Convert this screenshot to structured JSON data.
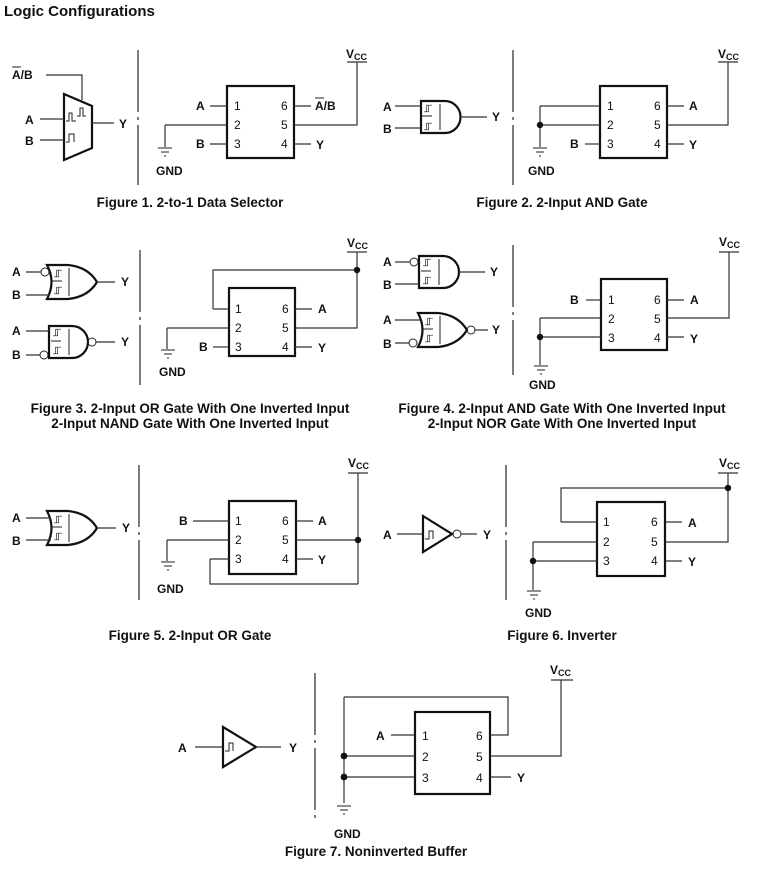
{
  "page_title": "Logic Configurations",
  "labels": {
    "vcc_main": "V",
    "vcc_sub": "CC",
    "gnd": "GND",
    "a": "A",
    "b": "B",
    "y": "Y",
    "a_bar_over_b_a": "A",
    "a_bar_over_b_rest": "/B"
  },
  "chip_pins": {
    "left": [
      "1",
      "2",
      "3"
    ],
    "right": [
      "6",
      "5",
      "4"
    ]
  },
  "figures": [
    {
      "id": 1,
      "caption": "Figure 1. 2-to-1 Data Selector",
      "gate": "mux",
      "pin_connections": {
        "1": "A",
        "2": "GND",
        "3": "B",
        "4": "Y",
        "5": "VCC",
        "6": "A̅/B"
      }
    },
    {
      "id": 2,
      "caption": "Figure 2. 2-Input AND Gate",
      "gate": "and",
      "pin_connections": {
        "1": "GND",
        "2": "GND",
        "3": "B",
        "4": "Y",
        "5": "VCC",
        "6": "A"
      }
    },
    {
      "id": 3,
      "caption_line1": "Figure 3. 2-Input OR Gate With One Inverted Input",
      "caption_line2": "2-Input NAND Gate With One Inverted Input",
      "gate": "or-inv / nand-inv",
      "pin_connections": {
        "1": "VCC",
        "2": "GND",
        "3": "B",
        "4": "Y",
        "5": "VCC",
        "6": "A"
      }
    },
    {
      "id": 4,
      "caption_line1": "Figure 4. 2-Input AND Gate With One Inverted Input",
      "caption_line2": "2-Input NOR Gate With One Inverted Input",
      "gate": "and-inv / nor-inv",
      "pin_connections": {
        "1": "B",
        "2": "GND",
        "3": "GND",
        "4": "Y",
        "5": "VCC",
        "6": "A"
      }
    },
    {
      "id": 5,
      "caption": "Figure 5. 2-Input OR Gate",
      "gate": "or",
      "pin_connections": {
        "1": "B",
        "2": "GND",
        "3": "VCC",
        "4": "Y",
        "5": "VCC",
        "6": "A"
      }
    },
    {
      "id": 6,
      "caption": "Figure 6. Inverter",
      "gate": "inverter",
      "pin_connections": {
        "1": "VCC",
        "2": "GND",
        "3": "GND",
        "4": "Y",
        "5": "VCC",
        "6": "A"
      }
    },
    {
      "id": 7,
      "caption": "Figure 7. Noninverted Buffer",
      "gate": "buffer",
      "pin_connections": {
        "1": "A",
        "2": "GND",
        "3": "GND",
        "4": "Y",
        "5": "VCC",
        "6": "GND"
      }
    }
  ]
}
